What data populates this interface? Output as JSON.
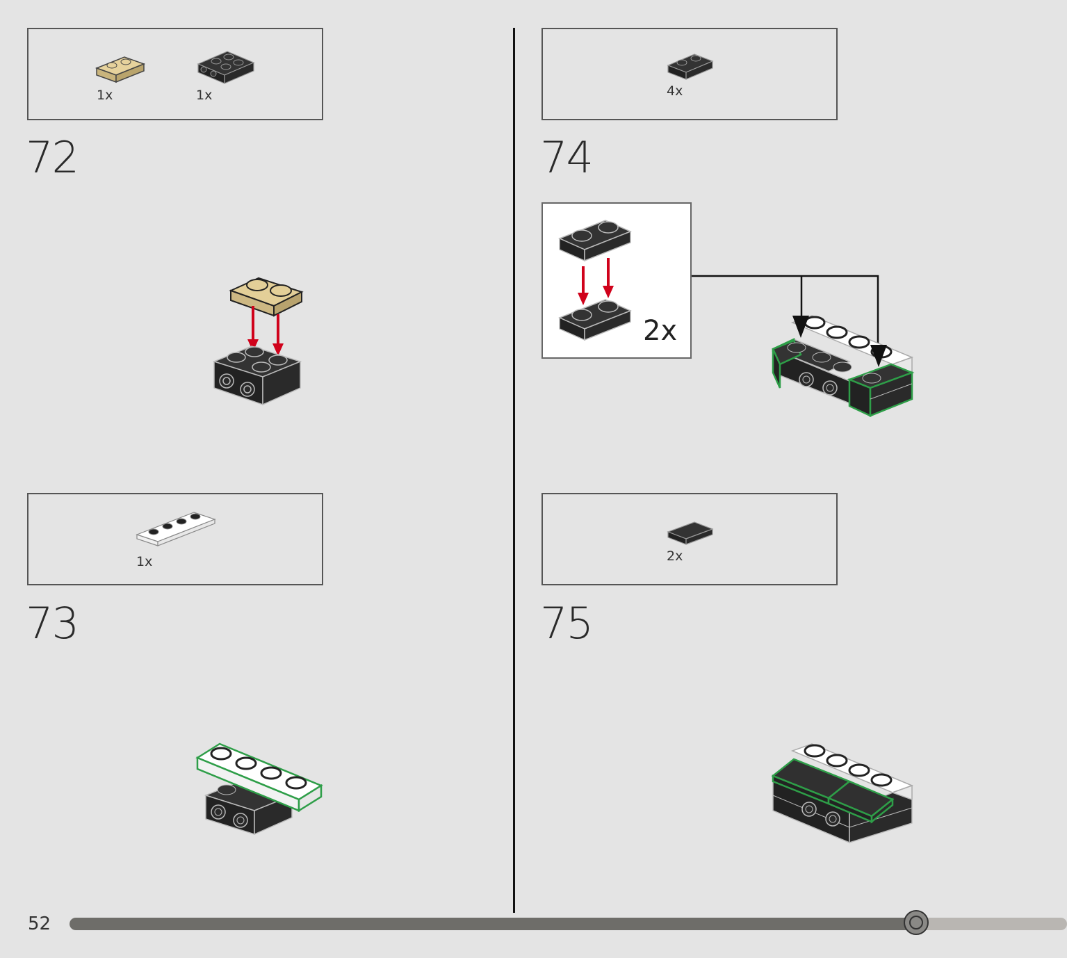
{
  "page": {
    "number": "52",
    "progress": 0.849
  },
  "steps": [
    {
      "number": "72",
      "parts": [
        {
          "name": "tan-plate-1x2",
          "qty": "1x",
          "color": "#d9c58f"
        },
        {
          "name": "black-bracket-plate",
          "qty": "1x",
          "color": "#2b2b2b"
        }
      ]
    },
    {
      "number": "73",
      "parts": [
        {
          "name": "white-plate-1x4",
          "qty": "1x",
          "color": "#ffffff"
        }
      ]
    },
    {
      "number": "74",
      "parts": [
        {
          "name": "black-plate-1x2",
          "qty": "4x",
          "color": "#2b2b2b"
        }
      ],
      "subassembly_qty": "2x"
    },
    {
      "number": "75",
      "parts": [
        {
          "name": "black-tile-1x2",
          "qty": "2x",
          "color": "#2b2b2b"
        }
      ]
    }
  ],
  "colors": {
    "arrow_red": "#d0021b",
    "highlight_green": "#2e9e48",
    "background": "#e4e4e4"
  }
}
